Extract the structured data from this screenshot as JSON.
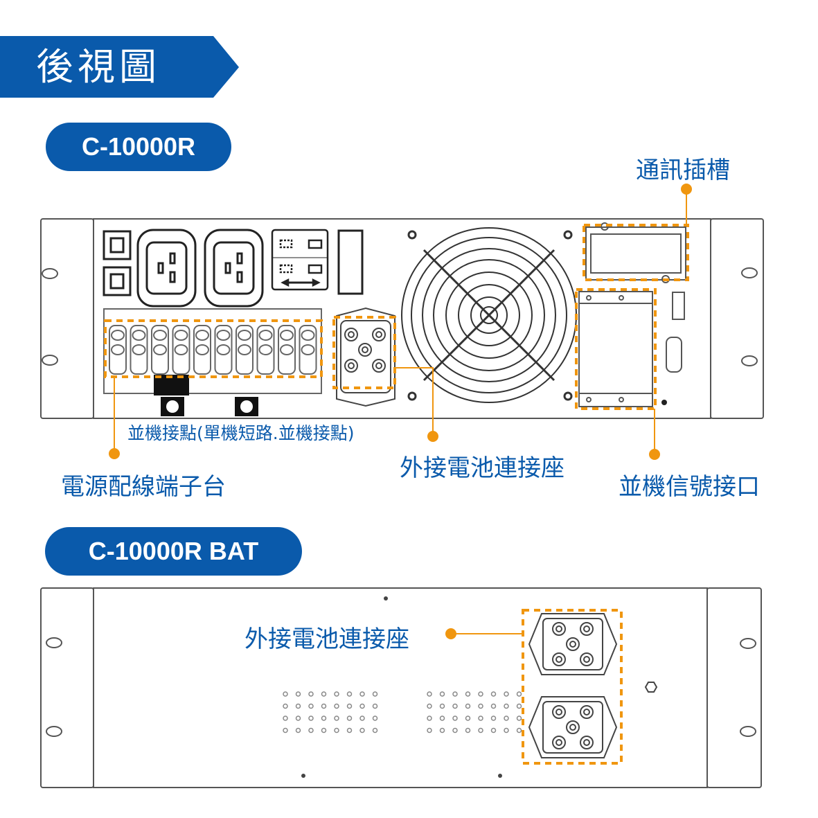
{
  "header": {
    "title": "後視圖",
    "banner_color": "#0a5aab"
  },
  "models": [
    {
      "name": "C-10000R",
      "callouts": {
        "comm_slot": "通訊插槽",
        "parallel_contact": "並機接點(單機短路.並機接點)",
        "power_terminal": "電源配線端子台",
        "ext_battery": "外接電池連接座",
        "parallel_signal": "並機信號接口"
      }
    },
    {
      "name": "C-10000R BAT",
      "callouts": {
        "ext_battery": "外接電池連接座"
      }
    }
  ],
  "colors": {
    "brand_blue": "#0a5aab",
    "callout_orange": "#f0960f",
    "line_gray": "#555555"
  }
}
